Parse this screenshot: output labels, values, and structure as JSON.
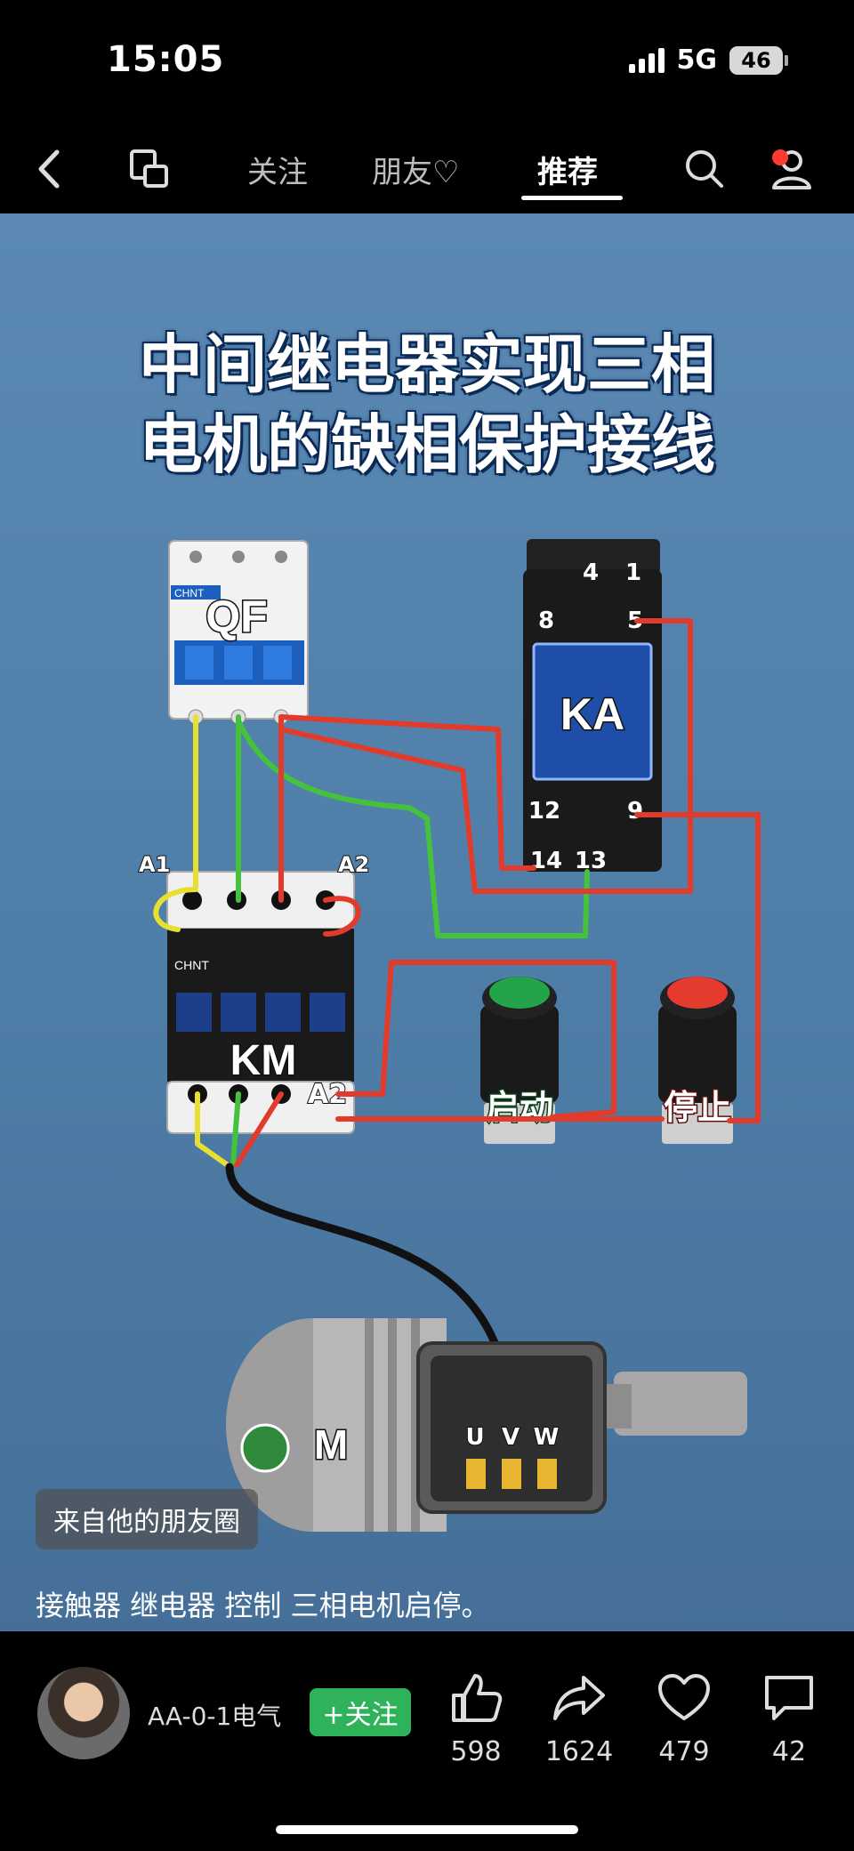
{
  "status_bar": {
    "time": "15:05",
    "network": "5G",
    "battery": "46"
  },
  "nav": {
    "tabs": [
      {
        "label": "关注"
      },
      {
        "label": "朋友♡"
      },
      {
        "label": "推荐",
        "active": true
      }
    ]
  },
  "media": {
    "title_line1": "中间继电器实现三相",
    "title_line2": "电机的缺相保护接线",
    "labels": {
      "qf": "QF",
      "ka": "KA",
      "km": "KM",
      "motor": "M",
      "a1": "A1",
      "a2": "A2",
      "a2_b": "A2",
      "start": "启动",
      "stop": "停止",
      "u": "U",
      "v": "V",
      "w": "W",
      "t4": "4",
      "t1": "1",
      "t8": "8",
      "t5": "5",
      "t12": "12",
      "t9": "9",
      "t14": "14",
      "t13": "13",
      "brand": "CHNT"
    },
    "source_badge": "来自他的朋友圈",
    "caption": "接触器 继电器 控制 三相电机启停。"
  },
  "bottom_bar": {
    "author": "AA-0-1电气",
    "follow_label": "+关注",
    "likes": "598",
    "shares": "1624",
    "favorites": "479",
    "comments": "42"
  }
}
